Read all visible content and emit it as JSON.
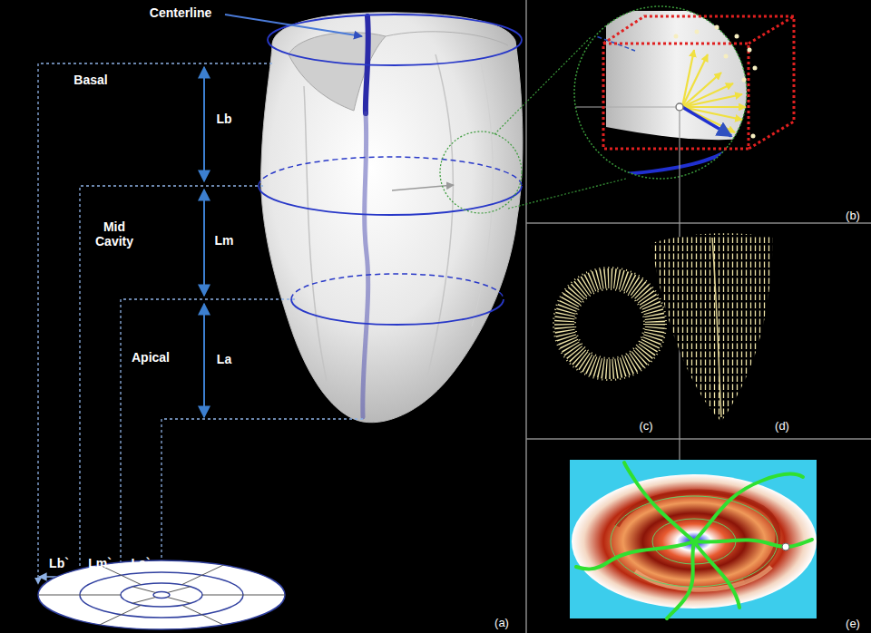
{
  "diagram": {
    "labels": [
      "Centerline",
      "Basal",
      "Lb",
      "Mid Cavity",
      "Lm",
      "Apical",
      "La",
      "Lb`",
      "Lm`",
      "La`",
      "(b)",
      "(c)",
      "(d)",
      "(a)",
      "(e)"
    ]
  }
}
